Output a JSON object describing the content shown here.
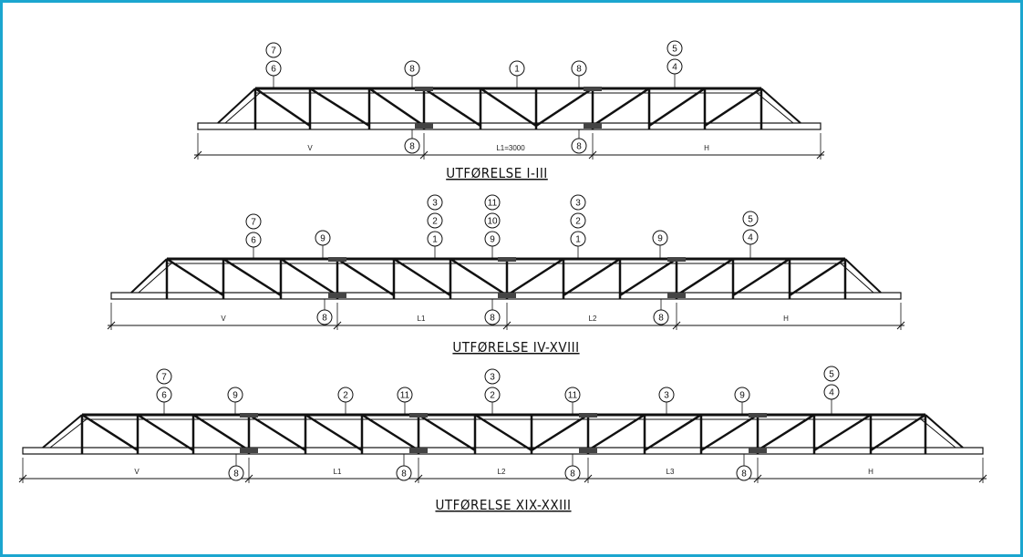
{
  "drawings": [
    {
      "caption": "UTFØRELSE I-III",
      "dimensions": [
        "V",
        "L1=3000",
        "H"
      ],
      "callouts_top": [
        [
          "7",
          "6"
        ],
        [
          "8"
        ],
        [
          "1"
        ],
        [
          "8"
        ],
        [
          "5",
          "4"
        ]
      ],
      "callouts_bottom": [
        "8",
        "8"
      ]
    },
    {
      "caption": "UTFØRELSE IV-XVIII",
      "dimensions": [
        "V",
        "L1",
        "L2",
        "H"
      ],
      "callouts_top": [
        [
          "7",
          "6"
        ],
        [
          "9"
        ],
        [
          "3",
          "2",
          "1"
        ],
        [
          "11",
          "10",
          "9"
        ],
        [
          "3",
          "2",
          "1"
        ],
        [
          "9"
        ],
        [
          "5",
          "4"
        ]
      ],
      "callouts_bottom": [
        "8",
        "8",
        "8"
      ]
    },
    {
      "caption": "UTFØRELSE XIX-XXIII",
      "dimensions": [
        "V",
        "L1",
        "L2",
        "L3",
        "H"
      ],
      "callouts_top": [
        [
          "7",
          "6"
        ],
        [
          "9"
        ],
        [
          "2"
        ],
        [
          "11"
        ],
        [
          "3",
          "2"
        ],
        [
          "11"
        ],
        [
          "3"
        ],
        [
          "9"
        ],
        [
          "5",
          "4"
        ]
      ],
      "callouts_bottom": [
        "8",
        "8",
        "8",
        "8"
      ]
    }
  ]
}
